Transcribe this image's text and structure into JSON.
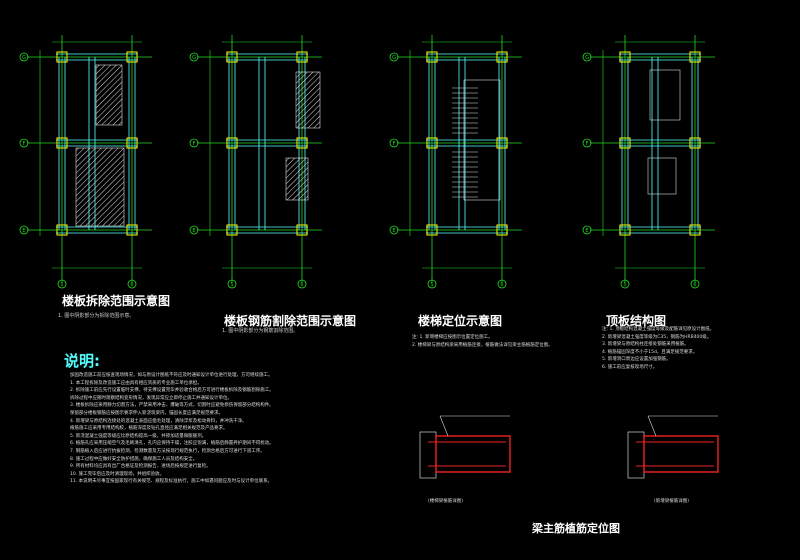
{
  "plans": [
    {
      "title": "楼板拆除范围示意图",
      "note": "1. 图中阴影部分为拆除范围示意。"
    },
    {
      "title": "楼板钢筋割除范围示意图",
      "note": "1. 图中阴影部分为钢筋割除范围。"
    },
    {
      "title": "楼梯定位示意图",
      "note": ""
    },
    {
      "title": "顶板结构图",
      "note": ""
    }
  ],
  "axes": {
    "rows": [
      "G",
      "F",
      "E"
    ],
    "cols": [
      "5",
      "6"
    ]
  },
  "explanation": {
    "heading": "说明:",
    "items": [
      "加固改造施工前应核查现场情况，如与原设计图纸不符应及时通知设计单位进行处理，方可继续施工。",
      "1. 本工程拆除及改造施工应由具有相应资质的专业施工单位承担。",
      "2. 拆除施工前应先行设置临时支撑，待支撑设置完毕并验收合格后方可进行楼板拆除及钢筋割除施工。",
      "   拆除过程中应随时观察结构变形情况，发现异常应立即停止施工并通知设计单位。",
      "3. 楼板拆除应采用静力切割方法，严禁采用冲击、爆破等方式，切割时应避免损伤保留部分结构构件。",
      "   保留部分楼板钢筋应按图示要求伸入新浇筑梁内，锚固长度应满足规范要求。",
      "4. 新增梁与原结构连接处的混凝土表面应凿毛处理，清除浮浆及松动骨料，并冲洗干净。",
      "   植筋施工应采用专用结构胶，植筋深度及钻孔直径应满足相关规范及产品要求。",
      "5. 新浇混凝土强度等级应比原结构提高一级，并掺加适量微膨胀剂。",
      "6. 植筋孔应采用压缩空气及毛刷清孔，孔内应保持干燥，注胶应饱满，植筋后静置养护期间不得扰动。",
      "7. 钢筋植入后应进行抗拔检测，检测数量及方法按现行规范执行，检测合格后方可进行下道工序。",
      "8. 施工过程中应做好安全防护措施，确保施工人员及结构安全。",
      "9. 所有材料均应具有出厂合格证及检测报告，进场后按规定进行复检。",
      "10. 施工完毕后应及时清理现场，并组织验收。",
      "11. 本说明未尽事宜按国家现行有关规范、规程及标准执行，施工中如遇问题应及时与设计单位联系。"
    ]
  },
  "side_notes": {
    "stair": [
      "注: 1. 新增楼梯应按图示位置定位施工。",
      "    2. 楼梯梁与原结构梁采用植筋连接，植筋做法详见梁主筋植筋定位图。"
    ],
    "roof": [
      "注: 1. 顶板结构混凝土强度等级及配筋详见原设计图纸。",
      "    2. 新增梁混凝土强度等级为C35，钢筋为HRB400级。",
      "    3. 新增梁与原结构柱连接处钢筋采用植筋。",
      "    4. 植筋锚固深度不小于15d，且满足规范要求。",
      "    5. 新增洞口周边应设置加强钢筋。",
      "    6. 施工前应复核现场尺寸。"
    ]
  },
  "detail": {
    "title": "梁主筋植筋定位图",
    "left_caption": "(楼梯梁植筋详图)",
    "right_caption": "(新增梁植筋详图)"
  }
}
